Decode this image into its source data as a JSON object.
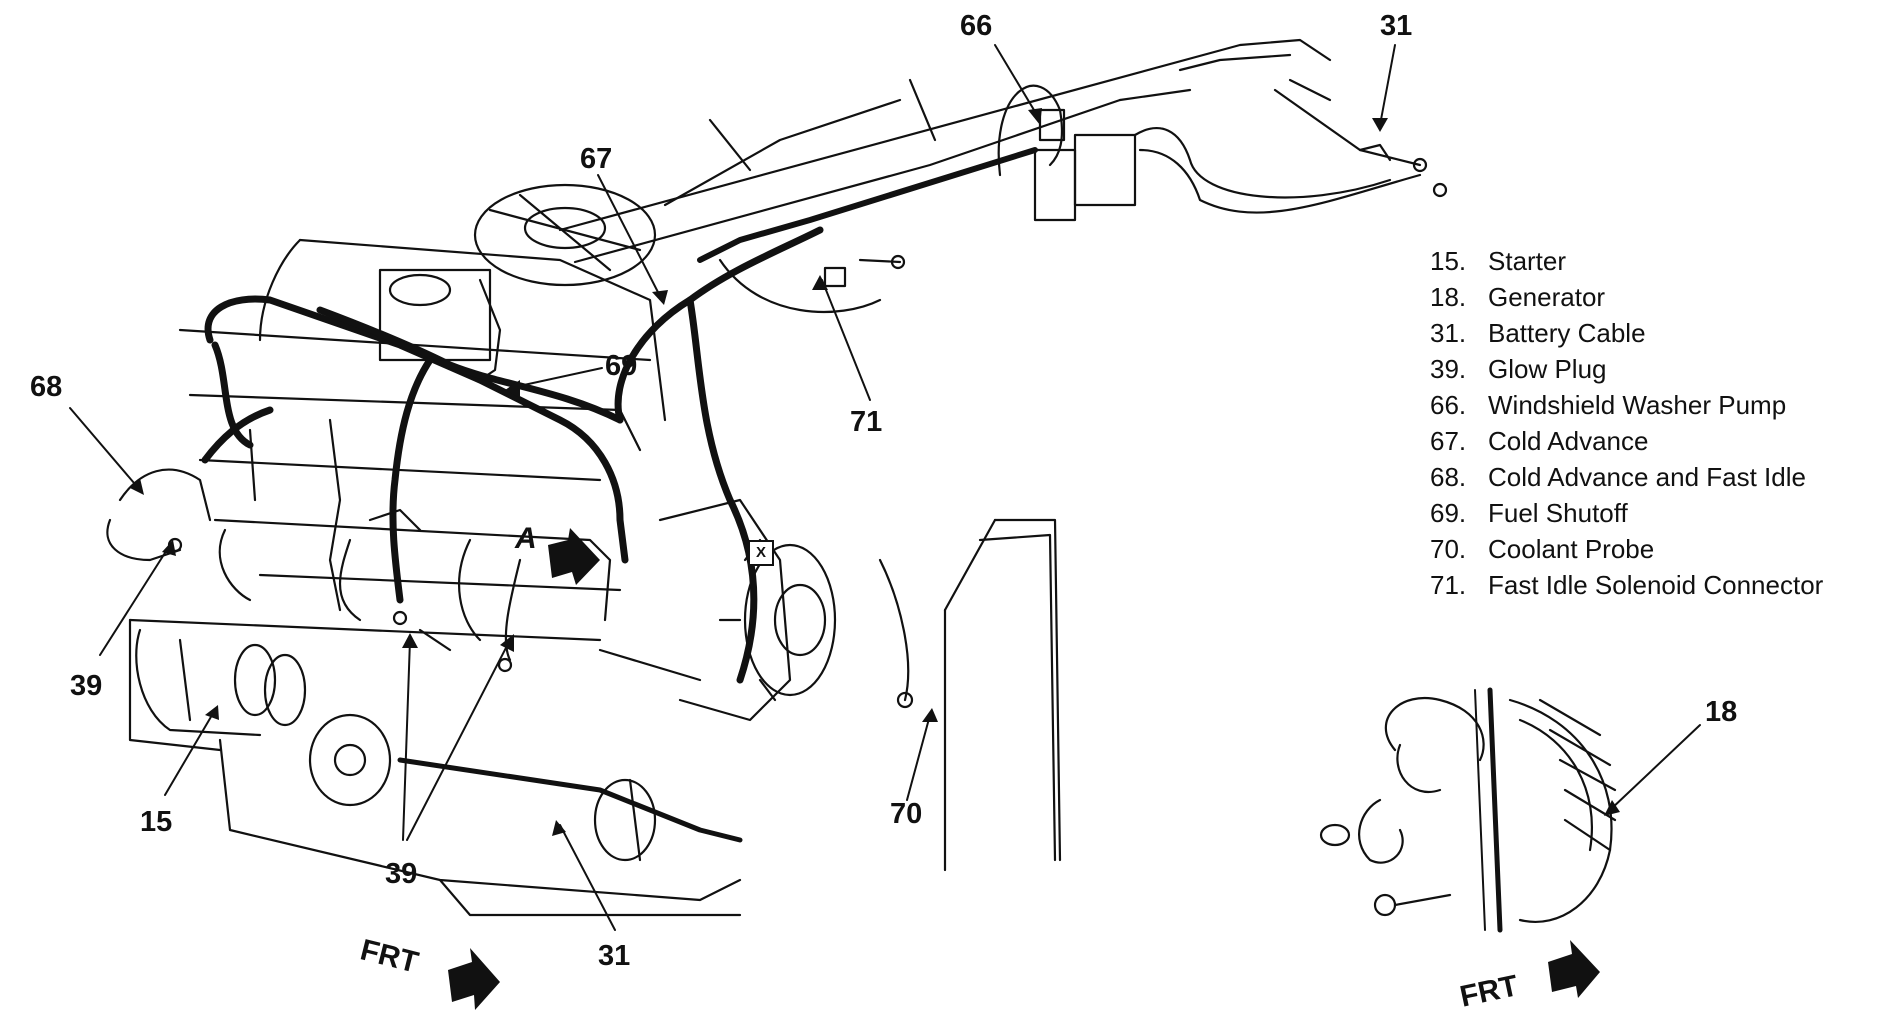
{
  "legend": [
    {
      "num": "15.",
      "text": "Starter"
    },
    {
      "num": "18.",
      "text": "Generator"
    },
    {
      "num": "31.",
      "text": "Battery Cable"
    },
    {
      "num": "39.",
      "text": "Glow Plug"
    },
    {
      "num": "66.",
      "text": "Windshield Washer Pump"
    },
    {
      "num": "67.",
      "text": "Cold Advance"
    },
    {
      "num": "68.",
      "text": "Cold Advance and Fast Idle"
    },
    {
      "num": "69.",
      "text": "Fuel Shutoff"
    },
    {
      "num": "70.",
      "text": "Coolant Probe"
    },
    {
      "num": "71.",
      "text": "Fast Idle Solenoid Connector"
    }
  ],
  "callouts": {
    "c66": "66",
    "c31_top": "31",
    "c67": "67",
    "c69": "69",
    "c71": "71",
    "c68": "68",
    "c39_left": "39",
    "c15": "15",
    "c39_bottom": "39",
    "c31_bottom": "31",
    "c70": "70",
    "c18": "18"
  },
  "view_letter": "A",
  "generator_mark": "X",
  "frt_main": "FRT",
  "frt_detail": "FRT"
}
